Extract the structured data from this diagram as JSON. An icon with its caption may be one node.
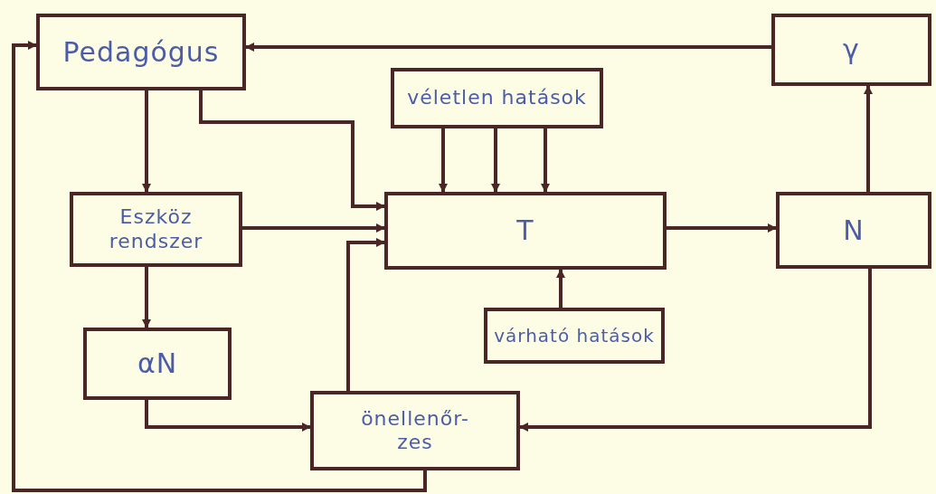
{
  "diagram": {
    "nodes": [
      {
        "text": [
          "Pedagógus"
        ]
      },
      {
        "text": [
          "véletlen hatások"
        ]
      },
      {
        "text": [
          "γ"
        ]
      },
      {
        "text": [
          "Eszköz rendszer"
        ]
      },
      {
        "text": [
          "T"
        ]
      },
      {
        "text": [
          "N"
        ]
      },
      {
        "text": [
          "várható hatások"
        ]
      },
      {
        "text": [
          "αN"
        ]
      },
      {
        "text": [
          "önellenőr-zes"
        ]
      }
    ],
    "edges": [
      {
        "from": 2,
        "to": 0,
        "arrow": "to"
      },
      {
        "from": 0,
        "to": 3,
        "arrow": "to"
      },
      {
        "from": 0,
        "to": 4,
        "arrow": "to"
      },
      {
        "from": 1,
        "to": 4,
        "arrow": "to"
      },
      {
        "from": 1,
        "to": 4,
        "arrow": "to"
      },
      {
        "from": 1,
        "to": 4,
        "arrow": "to"
      },
      {
        "from": 3,
        "to": 4,
        "arrow": "to"
      },
      {
        "from": 3,
        "to": 7,
        "arrow": "to"
      },
      {
        "from": 4,
        "to": 5,
        "arrow": "to"
      },
      {
        "from": 5,
        "to": 2,
        "arrow": "to"
      },
      {
        "from": 6,
        "to": 4,
        "arrow": "to"
      },
      {
        "from": 7,
        "to": 8,
        "arrow": "to"
      },
      {
        "from": 5,
        "to": 8,
        "arrow": "to"
      },
      {
        "from": 8,
        "to": 4,
        "arrow": "to"
      },
      {
        "from": 8,
        "to": 0,
        "arrow": "to"
      }
    ]
  }
}
